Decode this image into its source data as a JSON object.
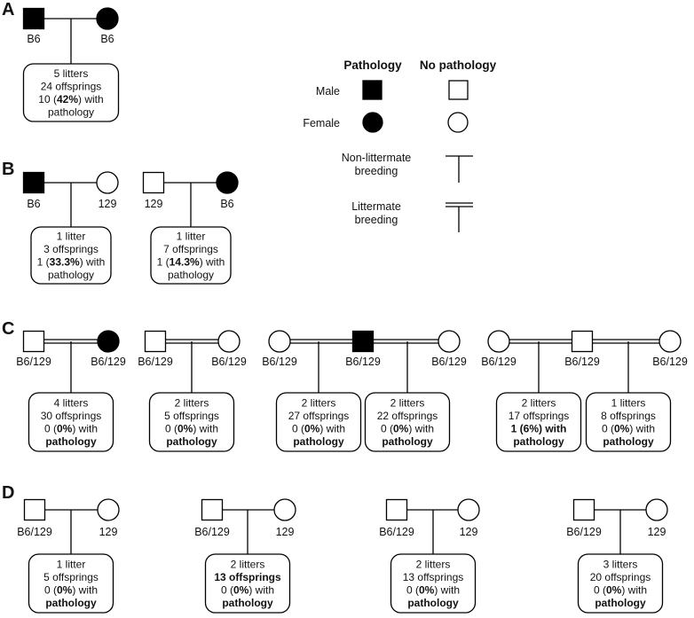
{
  "legend": {
    "header_pathology": "Pathology",
    "header_no_pathology": "No pathology",
    "male": "Male",
    "female": "Female",
    "non_littermate": [
      "Non-littermate",
      "breeding"
    ],
    "littermate": [
      "Littermate",
      "breeding"
    ]
  },
  "panels": [
    {
      "label": "A",
      "families": [
        {
          "breeding": "single",
          "parents": [
            {
              "sex": "male",
              "affected": true,
              "strain": "B6"
            },
            {
              "sex": "female",
              "affected": true,
              "strain": "B6"
            }
          ],
          "outcomes": [
            {
              "lines": [
                [
                  {
                    "t": "5 litters"
                  }
                ],
                [
                  {
                    "t": "24 offsprings"
                  }
                ],
                [
                  {
                    "t": "10 ("
                  },
                  {
                    "t": "42%",
                    "b": true
                  },
                  {
                    "t": ") with"
                  }
                ],
                [
                  {
                    "t": "pathology"
                  }
                ]
              ]
            }
          ]
        }
      ]
    },
    {
      "label": "B",
      "families": [
        {
          "breeding": "single",
          "parents": [
            {
              "sex": "male",
              "affected": true,
              "strain": "B6"
            },
            {
              "sex": "female",
              "affected": false,
              "strain": "129"
            }
          ],
          "outcomes": [
            {
              "lines": [
                [
                  {
                    "t": "1 litter"
                  }
                ],
                [
                  {
                    "t": "3 offsprings"
                  }
                ],
                [
                  {
                    "t": "1 ("
                  },
                  {
                    "t": "33.3%",
                    "b": true
                  },
                  {
                    "t": ") with"
                  }
                ],
                [
                  {
                    "t": "pathology"
                  }
                ]
              ]
            }
          ]
        },
        {
          "breeding": "single",
          "parents": [
            {
              "sex": "male",
              "affected": false,
              "strain": "129"
            },
            {
              "sex": "female",
              "affected": true,
              "strain": "B6"
            }
          ],
          "outcomes": [
            {
              "lines": [
                [
                  {
                    "t": "1 litter"
                  }
                ],
                [
                  {
                    "t": "7 offsprings"
                  }
                ],
                [
                  {
                    "t": "1 ("
                  },
                  {
                    "t": "14.3%",
                    "b": true
                  },
                  {
                    "t": ") with"
                  }
                ],
                [
                  {
                    "t": "pathology"
                  }
                ]
              ]
            }
          ]
        }
      ]
    },
    {
      "label": "C",
      "families": [
        {
          "breeding": "double",
          "parents": [
            {
              "sex": "male",
              "affected": false,
              "strain": "B6/129"
            },
            {
              "sex": "female",
              "affected": true,
              "strain": "B6/129"
            }
          ],
          "outcomes": [
            {
              "lines": [
                [
                  {
                    "t": "4 litters"
                  }
                ],
                [
                  {
                    "t": "30 offsprings"
                  }
                ],
                [
                  {
                    "t": "0 ("
                  },
                  {
                    "t": "0%",
                    "b": true
                  },
                  {
                    "t": ") with"
                  }
                ],
                [
                  {
                    "t": "pathology",
                    "b": true
                  }
                ]
              ]
            }
          ]
        },
        {
          "breeding": "double",
          "parents": [
            {
              "sex": "male",
              "affected": false,
              "strain": "B6/129"
            },
            {
              "sex": "female",
              "affected": false,
              "strain": "B6/129"
            }
          ],
          "outcomes": [
            {
              "lines": [
                [
                  {
                    "t": "2 litters"
                  }
                ],
                [
                  {
                    "t": "5 offsprings"
                  }
                ],
                [
                  {
                    "t": "0 ("
                  },
                  {
                    "t": "0%",
                    "b": true
                  },
                  {
                    "t": ") with"
                  }
                ],
                [
                  {
                    "t": "pathology",
                    "b": true
                  }
                ]
              ]
            }
          ]
        },
        {
          "breeding": "double",
          "parents": [
            {
              "sex": "female",
              "affected": false,
              "strain": "B6/129"
            },
            {
              "sex": "male",
              "affected": true,
              "strain": "B6/129"
            },
            {
              "sex": "female",
              "affected": false,
              "strain": "B6/129"
            }
          ],
          "outcomes": [
            {
              "lines": [
                [
                  {
                    "t": "2 litters"
                  }
                ],
                [
                  {
                    "t": "27 offsprings"
                  }
                ],
                [
                  {
                    "t": "0 ("
                  },
                  {
                    "t": "0%",
                    "b": true
                  },
                  {
                    "t": ") with"
                  }
                ],
                [
                  {
                    "t": "pathology",
                    "b": true
                  }
                ]
              ]
            },
            {
              "lines": [
                [
                  {
                    "t": "2 litters"
                  }
                ],
                [
                  {
                    "t": "22 offsprings"
                  }
                ],
                [
                  {
                    "t": "0 ("
                  },
                  {
                    "t": "0%",
                    "b": true
                  },
                  {
                    "t": ") with"
                  }
                ],
                [
                  {
                    "t": "pathology",
                    "b": true
                  }
                ]
              ]
            }
          ]
        },
        {
          "breeding": "double",
          "parents": [
            {
              "sex": "female",
              "affected": false,
              "strain": "B6/129"
            },
            {
              "sex": "male",
              "affected": false,
              "strain": "B6/129"
            },
            {
              "sex": "female",
              "affected": false,
              "strain": "B6/129"
            }
          ],
          "outcomes": [
            {
              "lines": [
                [
                  {
                    "t": "2 litters"
                  }
                ],
                [
                  {
                    "t": "17 offsprings"
                  }
                ],
                [
                  {
                    "t": "1 (",
                    "b": true
                  },
                  {
                    "t": "6%",
                    "b": true
                  },
                  {
                    "t": ") with",
                    "b": true
                  }
                ],
                [
                  {
                    "t": "pathology",
                    "b": true
                  }
                ]
              ]
            },
            {
              "lines": [
                [
                  {
                    "t": "1 litters"
                  }
                ],
                [
                  {
                    "t": "8 offsprings"
                  }
                ],
                [
                  {
                    "t": "0 ("
                  },
                  {
                    "t": "0%",
                    "b": true
                  },
                  {
                    "t": ") with"
                  }
                ],
                [
                  {
                    "t": "pathology",
                    "b": true
                  }
                ]
              ]
            }
          ]
        }
      ]
    },
    {
      "label": "D",
      "families": [
        {
          "breeding": "single",
          "parents": [
            {
              "sex": "male",
              "affected": false,
              "strain": "B6/129"
            },
            {
              "sex": "female",
              "affected": false,
              "strain": "129"
            }
          ],
          "outcomes": [
            {
              "lines": [
                [
                  {
                    "t": "1 litter"
                  }
                ],
                [
                  {
                    "t": "5 offsprings"
                  }
                ],
                [
                  {
                    "t": "0 ("
                  },
                  {
                    "t": "0%",
                    "b": true
                  },
                  {
                    "t": ") with"
                  }
                ],
                [
                  {
                    "t": "pathology",
                    "b": true
                  }
                ]
              ]
            }
          ]
        },
        {
          "breeding": "single",
          "parents": [
            {
              "sex": "male",
              "affected": false,
              "strain": "B6/129"
            },
            {
              "sex": "female",
              "affected": false,
              "strain": "129"
            }
          ],
          "outcomes": [
            {
              "lines": [
                [
                  {
                    "t": "2 litters"
                  }
                ],
                [
                  {
                    "t": "13 offsprings",
                    "b": true
                  }
                ],
                [
                  {
                    "t": "0 ("
                  },
                  {
                    "t": "0%",
                    "b": true
                  },
                  {
                    "t": ") with"
                  }
                ],
                [
                  {
                    "t": "pathology",
                    "b": true
                  }
                ]
              ]
            }
          ]
        },
        {
          "breeding": "single",
          "parents": [
            {
              "sex": "male",
              "affected": false,
              "strain": "B6/129"
            },
            {
              "sex": "female",
              "affected": false,
              "strain": "129"
            }
          ],
          "outcomes": [
            {
              "lines": [
                [
                  {
                    "t": "2 litters"
                  }
                ],
                [
                  {
                    "t": "13 offsprings"
                  }
                ],
                [
                  {
                    "t": "0 ("
                  },
                  {
                    "t": "0%",
                    "b": true
                  },
                  {
                    "t": ") with"
                  }
                ],
                [
                  {
                    "t": "pathology",
                    "b": true
                  }
                ]
              ]
            }
          ]
        },
        {
          "breeding": "single",
          "parents": [
            {
              "sex": "male",
              "affected": false,
              "strain": "B6/129"
            },
            {
              "sex": "female",
              "affected": false,
              "strain": "129"
            }
          ],
          "outcomes": [
            {
              "lines": [
                [
                  {
                    "t": "3 litters"
                  }
                ],
                [
                  {
                    "t": "20 offsprings"
                  }
                ],
                [
                  {
                    "t": "0 ("
                  },
                  {
                    "t": "0%",
                    "b": true
                  },
                  {
                    "t": ") with"
                  }
                ],
                [
                  {
                    "t": "pathology",
                    "b": true
                  }
                ]
              ]
            }
          ]
        }
      ]
    }
  ]
}
